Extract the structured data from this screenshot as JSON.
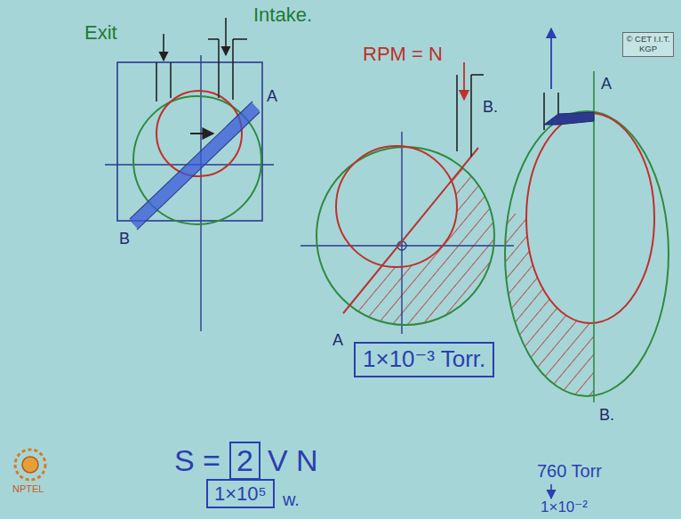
{
  "diagram": {
    "nodes": [
      {
        "text": [
          "© CET I.I.T. KGP"
        ]
      },
      {
        "text": [
          "1×10⁻³ Torr."
        ]
      },
      {
        "text": [
          "2"
        ]
      },
      {
        "text": [
          "1×10⁵"
        ]
      }
    ],
    "labels": [
      "Intake.",
      "Exit",
      "RPM = N",
      "A",
      "A",
      "B.",
      "B",
      "A",
      "B.",
      "S =",
      "V N",
      "760 Torr",
      "w.",
      "1×10⁻²",
      "NPTEL"
    ]
  }
}
